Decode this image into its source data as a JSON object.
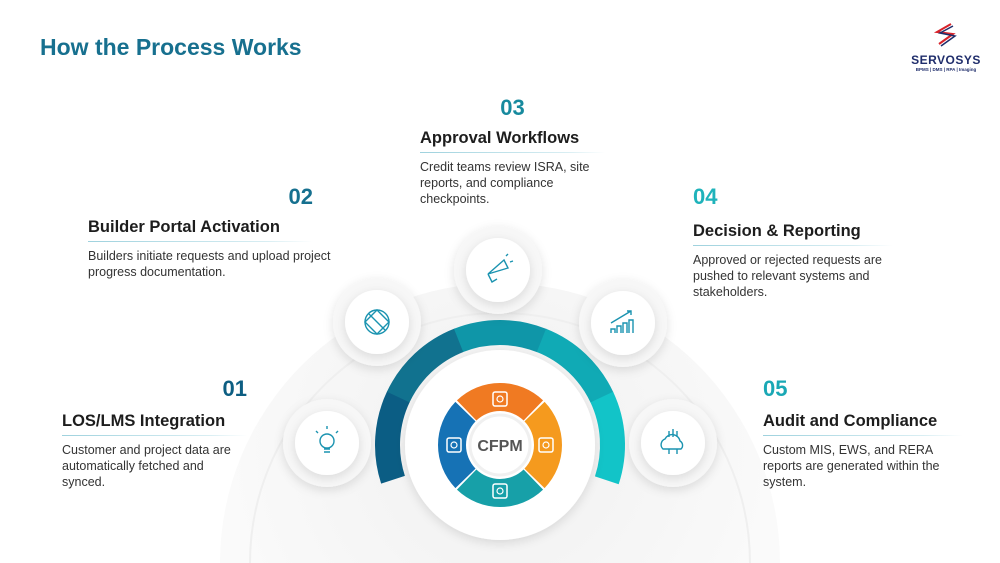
{
  "title": "How the Process Works",
  "logo": {
    "name": "SERVOSYS",
    "tagline": "BPMS | DMS | RPA | Imaging"
  },
  "center_label": "CFPM",
  "steps": [
    {
      "num": "01",
      "title": "LOS/LMS Integration",
      "desc": "Customer and project data are automatically fetched and synced.",
      "icon": "lightbulb-icon",
      "color": "#0d5e82"
    },
    {
      "num": "02",
      "title": "Builder Portal Activation",
      "desc": "Builders initiate requests and upload project progress documentation.",
      "icon": "globe-network-icon",
      "color": "#16708f"
    },
    {
      "num": "03",
      "title": "Approval Workflows",
      "desc": "Credit teams review ISRA, site reports, and compliance checkpoints.",
      "icon": "megaphone-icon",
      "color": "#178a9e"
    },
    {
      "num": "04",
      "title": "Decision & Reporting",
      "desc": "Approved or rejected requests are pushed to relevant systems and stakeholders.",
      "icon": "growth-chart-icon",
      "color": "#1fb3bb"
    },
    {
      "num": "05",
      "title": "Audit and Compliance",
      "desc": "Custom MIS, EWS, and RERA reports are generated within the system.",
      "icon": "cloud-circuit-icon",
      "color": "#1aa8b5"
    }
  ],
  "colors": {
    "arc": [
      "#0b5d84",
      "#11728f",
      "#0f96a8",
      "#10aab5",
      "#12c4c8"
    ],
    "puzzle": [
      "#1672b5",
      "#f07a22",
      "#f59a1e",
      "#17a0a8"
    ]
  }
}
